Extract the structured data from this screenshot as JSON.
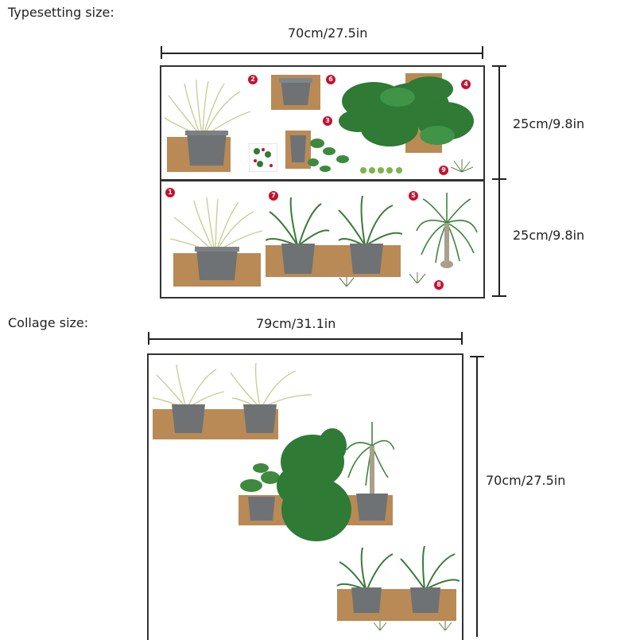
{
  "typesetting": {
    "label": "Typesetting size:",
    "width": "70cm/27.5in",
    "row1_height": "25cm/9.8in",
    "row2_height": "25cm/9.8in",
    "badges": [
      "2",
      "6",
      "3",
      "4",
      "9",
      "1",
      "7",
      "5",
      "8"
    ]
  },
  "collage": {
    "label": "Collage size:",
    "width": "79cm/31.1in",
    "height": "70cm/27.5in"
  },
  "colors": {
    "shelf": "#b98a55",
    "pot": "#6e7275",
    "grass": "#cfd3a0",
    "leaf": "#2f7a35",
    "badge": "#c8102e"
  }
}
